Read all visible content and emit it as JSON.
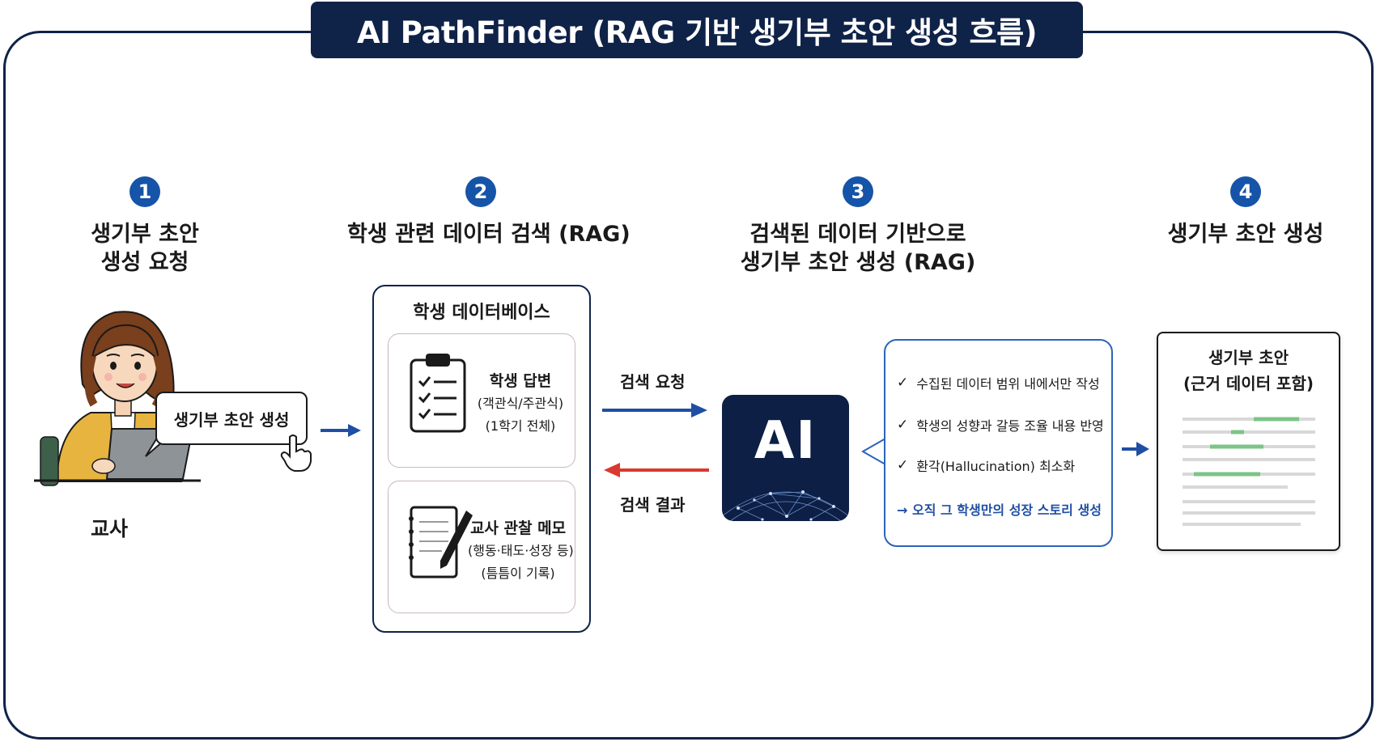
{
  "title": "AI PathFinder (RAG 기반 생기부 초안 생성 흐름)",
  "steps": [
    {
      "number": "1",
      "title_line1": "생기부 초안",
      "title_line2": "생성 요청"
    },
    {
      "number": "2",
      "title_line1": "학생 관련 데이터 검색 (RAG)",
      "title_line2": ""
    },
    {
      "number": "3",
      "title_line1": "검색된 데이터 기반으로",
      "title_line2": "생기부 초안 생성 (RAG)"
    },
    {
      "number": "4",
      "title_line1": "생기부 초안 생성",
      "title_line2": ""
    }
  ],
  "teacher": {
    "bubble": "생기부 초안 생성",
    "label": "교사"
  },
  "database": {
    "title": "학생 데이터베이스",
    "card1": {
      "main": "학생 답변",
      "sub1": "(객관식/주관식)",
      "sub2": "(1학기 전체)"
    },
    "card2": {
      "main": "교사 관찰 메모",
      "sub1": "(행동·태도·성장 등)",
      "sub2": "(틈틈이 기록)"
    }
  },
  "arrows": {
    "request": "검색 요청",
    "result": "검색 결과"
  },
  "ai": {
    "label": "AI"
  },
  "rules": {
    "items": [
      "수집된 데이터 범위 내에서만 작성",
      "학생의 성향과 갈등 조율 내용 반영",
      "환각(Hallucination) 최소화"
    ],
    "conclusion": "→ 오직 그 학생만의 성장 스토리 생성"
  },
  "output_doc": {
    "title_line1": "생기부 초안",
    "title_line2": "(근거 데이터 포함)"
  },
  "colors": {
    "navy": "#0f2248",
    "badge_blue": "#1554a8",
    "arrow_blue": "#1f4fa4",
    "arrow_red": "#d9392f",
    "highlight_green": "#7cc487"
  }
}
